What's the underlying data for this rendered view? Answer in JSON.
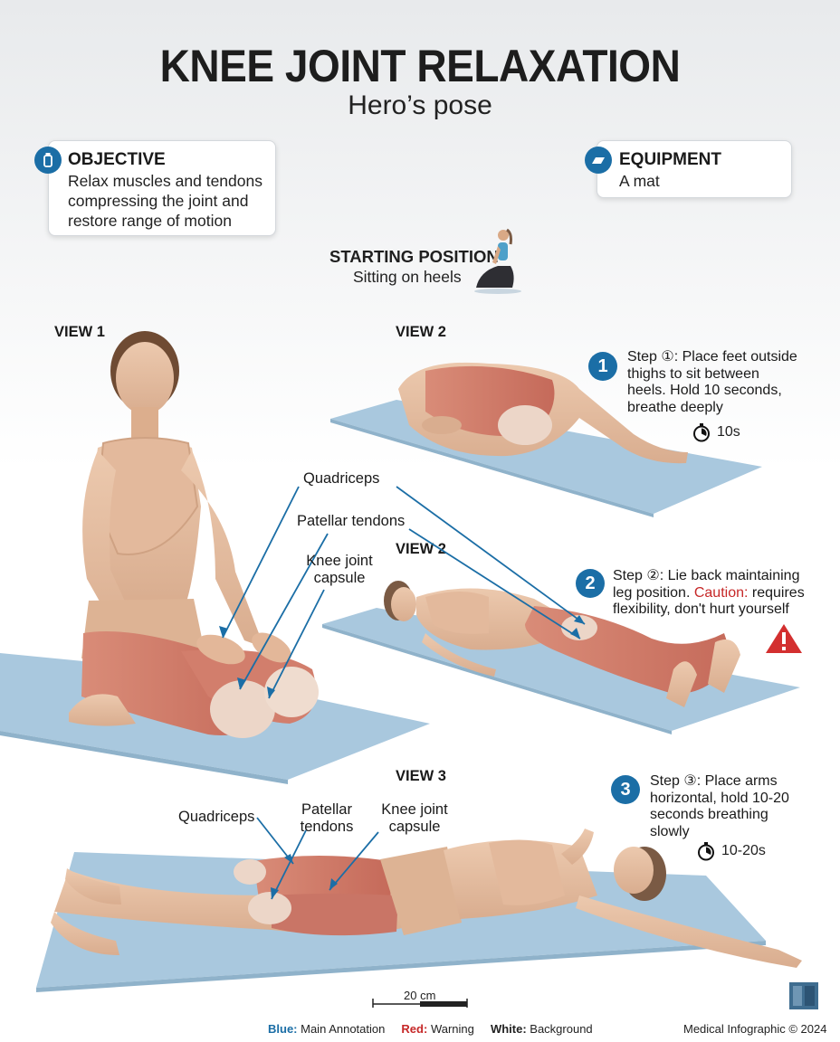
{
  "header": {
    "title": "KNEE JOINT RELAXATION",
    "subtitle": "Hero’s pose"
  },
  "objective": {
    "heading": "OBJECTIVE",
    "lines": [
      "Relax muscles and tendons",
      "compressing the joint and",
      "restore range of motion"
    ],
    "icon": "bottle-icon"
  },
  "equipment": {
    "heading": "EQUIPMENT",
    "text": "A mat",
    "icon": "mat-icon"
  },
  "starting_position": {
    "heading": "STARTING POSITION",
    "text": "Sitting on heels"
  },
  "views": {
    "view1": "VIEW 1",
    "view2a": "VIEW 2",
    "view2b": "VIEW 2",
    "view3": "VIEW 3"
  },
  "steps": [
    {
      "number": "1",
      "lines": [
        "Step ①: Place feet outside",
        "thighs to sit between",
        "heels. Hold 10 seconds,",
        "breathe deeply"
      ],
      "timer": "10s"
    },
    {
      "number": "2",
      "line1": "Step ②: Lie back maintaining",
      "line2_pre": "leg position. ",
      "caution_label": "Caution:",
      "line2_post": " requires",
      "line3": "flexibility, don't hurt yourself"
    },
    {
      "number": "3",
      "lines": [
        "Step ③: Place arms",
        "horizontal, hold 10-20",
        "seconds breathing",
        "slowly"
      ],
      "timer": "10-20s"
    }
  ],
  "annotations_view1": {
    "quadriceps": "Quadriceps",
    "patellar": "Patellar tendons",
    "capsule_line1": "Knee joint",
    "capsule_line2": "capsule"
  },
  "annotations_view3": {
    "quadriceps": "Quadriceps",
    "patellar_line1": "Patellar",
    "patellar_line2": "tendons",
    "capsule_line1": "Knee joint",
    "capsule_line2": "capsule"
  },
  "scale_bar": "20 cm",
  "legend": {
    "blue_label": "Blue:",
    "blue_text": "Main Annotation",
    "red_label": "Red:",
    "red_text": "Warning",
    "white_label": "White:",
    "white_text": "Background"
  },
  "copyright": "Medical Infographic © 2024",
  "colors": {
    "accent_blue": "#1b6ea6",
    "warning_red": "#c62828",
    "mat_blue": "#9fc3dc",
    "skin": "#e6c1a4",
    "muscle": "#cf7d6c"
  }
}
